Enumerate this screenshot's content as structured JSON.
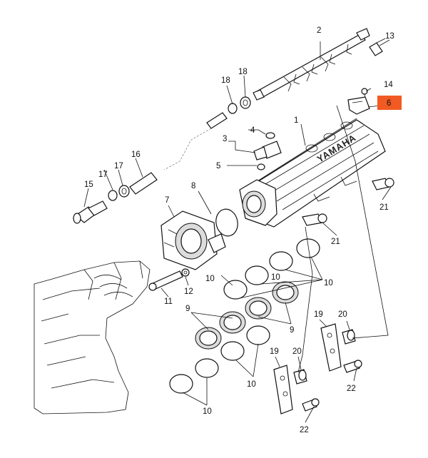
{
  "diagram": {
    "brand_text": "YAMAHA",
    "highlight_color": "#f15a22",
    "highlighted_label": "6",
    "labels": {
      "l1": "1",
      "l2": "2",
      "l3": "3",
      "l4": "4",
      "l5": "5",
      "l6": "6",
      "l7": "7",
      "l8": "8",
      "l9a": "9",
      "l9b": "9",
      "l10a": "10",
      "l10b": "10",
      "l10c": "10",
      "l10d": "10",
      "l10e": "10",
      "l11": "11",
      "l12": "12",
      "l13": "13",
      "l14": "14",
      "l15": "15",
      "l16": "16",
      "l17a": "17",
      "l17b": "17",
      "l18a": "18",
      "l18b": "18",
      "l19a": "19",
      "l19b": "19",
      "l20a": "20",
      "l20b": "20",
      "l21a": "21",
      "l21b": "21",
      "l22a": "22",
      "l22b": "22"
    }
  }
}
